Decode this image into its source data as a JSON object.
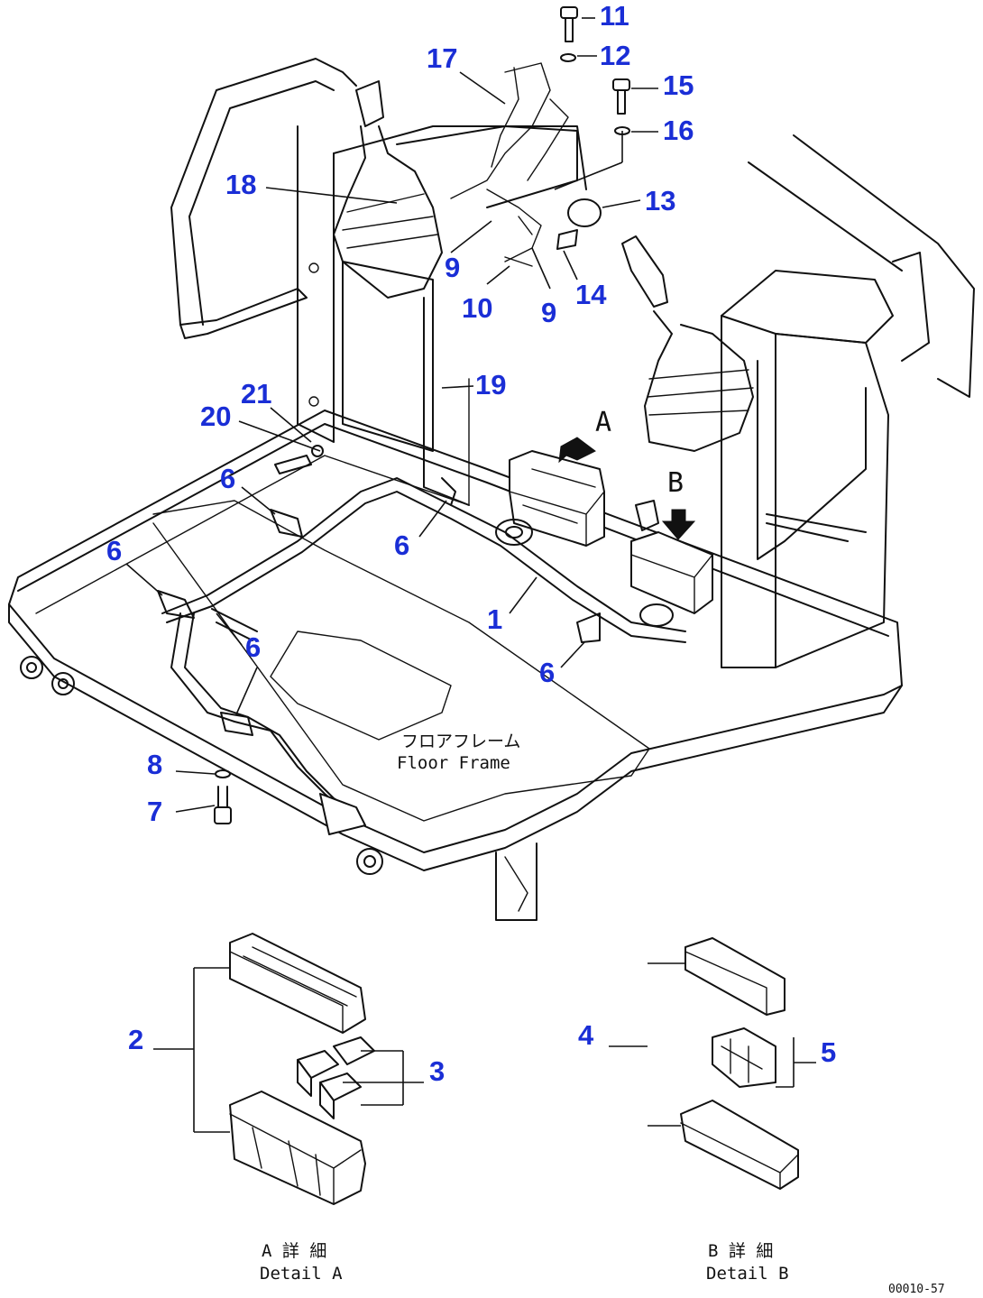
{
  "callouts": {
    "n1": "1",
    "n2": "2",
    "n3": "3",
    "n4": "4",
    "n5": "5",
    "n6": "6",
    "n7": "7",
    "n8": "8",
    "n9": "9",
    "n10": "10",
    "n11": "11",
    "n12": "12",
    "n13": "13",
    "n14": "14",
    "n15": "15",
    "n16": "16",
    "n17": "17",
    "n18": "18",
    "n19": "19",
    "n20": "20",
    "n21": "21"
  },
  "view_marks": {
    "a": "A",
    "b": "B"
  },
  "floor_frame": {
    "jp": "フロアフレーム",
    "en": "Floor Frame"
  },
  "detail_a": {
    "jp": "A 詳 細",
    "en": "Detail A"
  },
  "detail_b": {
    "jp": "B 詳 細",
    "en": "Detail B"
  },
  "drawing_code": "00010-57",
  "colors": {
    "callout": "#1a2ed6",
    "line": "#111111"
  }
}
